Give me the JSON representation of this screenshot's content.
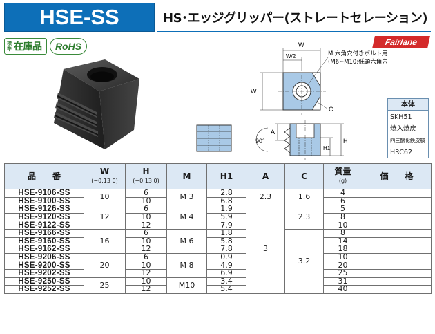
{
  "header": {
    "code": "HSE-SS",
    "name": "HS･エッジグリッパー(ストレートセレーション)"
  },
  "badges": {
    "stock_vertical": "標準",
    "stock": "在庫品",
    "rohs": "RoHS",
    "brand": "Fairlane"
  },
  "drawing": {
    "w": "W",
    "w_half": "W/2",
    "note1": "M 六角穴付きボルト用",
    "note2": "(M6~M10:低頭六角穴付きボルト用)",
    "c": "C",
    "a": "A",
    "angle": "90°",
    "h1": "H1",
    "h": "H"
  },
  "spec": {
    "title": "本体",
    "lines": [
      "SKH51",
      "焼入焼戻",
      "四三酸化鉄皮膜",
      "HRC62"
    ]
  },
  "table": {
    "headers": {
      "part": "品　　番",
      "w": "W",
      "w_tol": "(−0.13 0)",
      "h": "H",
      "h_tol": "(−0.13 0)",
      "m": "M",
      "h1": "H1",
      "a": "A",
      "c": "C",
      "mass": "質量",
      "mass_unit": "(g)",
      "price": "価　　格"
    },
    "rows": [
      {
        "part": "HSE-9106-SS",
        "h": "6",
        "h1": "2.8",
        "mass": "4"
      },
      {
        "part": "HSE-9100-SS",
        "h": "10",
        "h1": "6.8",
        "mass": "6"
      },
      {
        "part": "HSE-9126-SS",
        "h": "6",
        "h1": "1.9",
        "mass": "5"
      },
      {
        "part": "HSE-9120-SS",
        "h": "10",
        "h1": "5.9",
        "mass": "8"
      },
      {
        "part": "HSE-9122-SS",
        "h": "12",
        "h1": "7.9",
        "mass": "10"
      },
      {
        "part": "HSE-9166-SS",
        "h": "6",
        "h1": "1.8",
        "mass": "8"
      },
      {
        "part": "HSE-9160-SS",
        "h": "10",
        "h1": "5.8",
        "mass": "14"
      },
      {
        "part": "HSE-9162-SS",
        "h": "12",
        "h1": "7.8",
        "mass": "18"
      },
      {
        "part": "HSE-9206-SS",
        "h": "6",
        "h1": "0.9",
        "mass": "10"
      },
      {
        "part": "HSE-9200-SS",
        "h": "10",
        "h1": "4.9",
        "mass": "20"
      },
      {
        "part": "HSE-9202-SS",
        "h": "12",
        "h1": "6.9",
        "mass": "25"
      },
      {
        "part": "HSE-9250-SS",
        "h": "10",
        "h1": "3.4",
        "mass": "31"
      },
      {
        "part": "HSE-9252-SS",
        "h": "12",
        "h1": "5.4",
        "mass": "40"
      }
    ],
    "groups": {
      "w": [
        "10",
        "12",
        "16",
        "20",
        "25"
      ],
      "m": [
        "M 3",
        "M 4",
        "M 6",
        "M 8",
        "M10"
      ],
      "a": [
        "2.3",
        "3"
      ],
      "c": [
        "1.6",
        "2.3",
        "3.2"
      ]
    }
  }
}
